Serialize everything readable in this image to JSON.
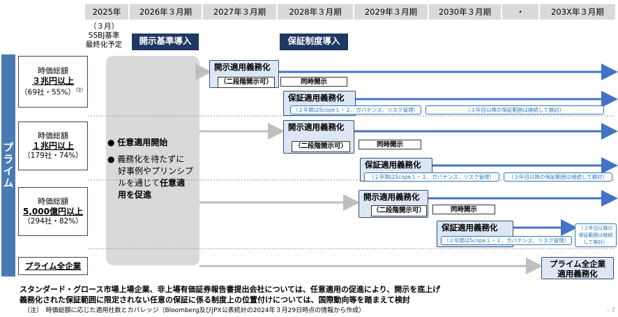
{
  "timeline": {
    "years": [
      "2025年",
      "2026年３月期",
      "2027年３月期",
      "2028年３月期",
      "2029年３月期",
      "2030年３月期",
      "・",
      "203X年３月期"
    ]
  },
  "milestones": {
    "ssbj_month": "（３月）",
    "ssbj_line1": "SSBJ基準",
    "ssbj_line2": "最終化予定",
    "disclosure_intro": "開示基準導入",
    "assurance_intro": "保証制度導入"
  },
  "segment": {
    "prime": "プライム"
  },
  "tiers": [
    {
      "line1": "時価総額",
      "line2": "３兆円以上",
      "line3": "（69社・55%）",
      "note": "（注）"
    },
    {
      "line1": "時価総額",
      "line2": "１兆円以上",
      "line3": "（179社・74%）"
    },
    {
      "line1": "時価総額",
      "line2": "5,000億円以上",
      "line3": "（294社・82%）"
    }
  ],
  "all_prime": "プライム全企業",
  "voluntary": {
    "heading": "任意適用開始",
    "body_line1": "義務化を待たずに",
    "body_line2": "好事例やプリンシプ",
    "body_line3a": "ルを通じて",
    "body_line3b": "任意適",
    "body_line4": "用を促進"
  },
  "labels": {
    "disclosure_mandatory": "開示適用義務化",
    "two_stage": "（二段階開示可）",
    "simultaneous": "同時開示",
    "assurance_mandatory": "保証適用義務化",
    "two_year_scope": "（２年間はScope１・２、ガバナンス、リスク管理）",
    "third_year": "（３年目以降の保証範囲は継続して検討）",
    "third_year_l1": "（３年目以降の",
    "third_year_l2": "保証範囲は継続",
    "third_year_l3": "して検討）",
    "all_prime_line1": "プライム全企業",
    "all_prime_line2": "適用義務化"
  },
  "footer": {
    "line1": "スタンダード・グロース市場上場企業、非上場有価証券報告書提出会社については、任意適用の促進により、開示を底上げ",
    "line2": "義務化された保証範囲に限定されない任意の保証に係る制度上の位置付けについては、国際動向等を踏まえて検討",
    "note": "（注）　時価総額に応じた適用社数とカバレッジ（Bloomberg及びJPX公表統計の2024年３月29日時点の情報から作成）",
    "page": "- 7"
  },
  "colors": {
    "navy": "#1f3864",
    "prime": "#4a7ab5",
    "arrow": "#4472c4",
    "gray": "#bfbfbf",
    "label_fill": "#dde7f3"
  }
}
